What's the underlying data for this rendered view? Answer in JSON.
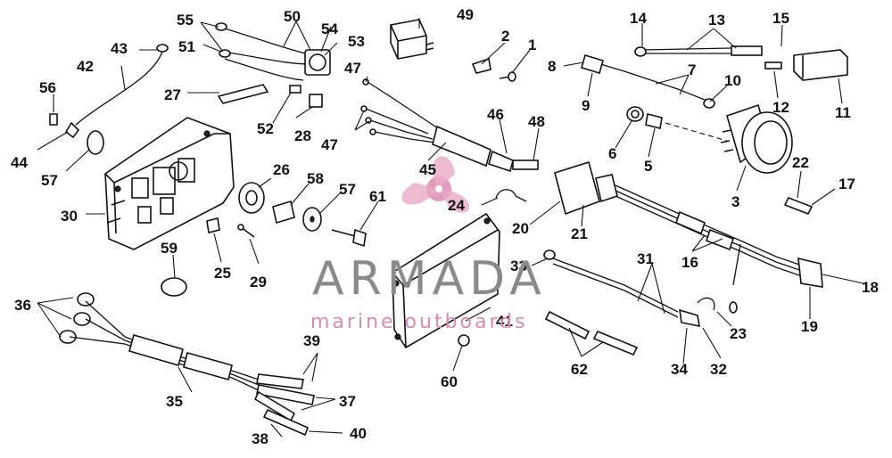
{
  "watermark": {
    "brand": "ARMADA",
    "tagline": "marine outboards",
    "color_brand": "#8a8a8a",
    "color_accent": "#d98ab0",
    "logo_icon": "propeller-logo-icon"
  },
  "callouts": [
    "1",
    "2",
    "3",
    "5",
    "6",
    "7",
    "8",
    "9",
    "10",
    "11",
    "12",
    "13",
    "14",
    "15",
    "16",
    "17",
    "18",
    "19",
    "20",
    "21",
    "22",
    "23",
    "24",
    "25",
    "26",
    "27",
    "28",
    "29",
    "30",
    "31",
    "32",
    "33",
    "34",
    "35",
    "36",
    "37",
    "38",
    "39",
    "40",
    "41",
    "42",
    "43",
    "44",
    "45",
    "46",
    "47",
    "47",
    "48",
    "49",
    "50",
    "51",
    "52",
    "53",
    "54",
    "55",
    "56",
    "57",
    "57",
    "58",
    "59",
    "60",
    "61",
    "62"
  ]
}
